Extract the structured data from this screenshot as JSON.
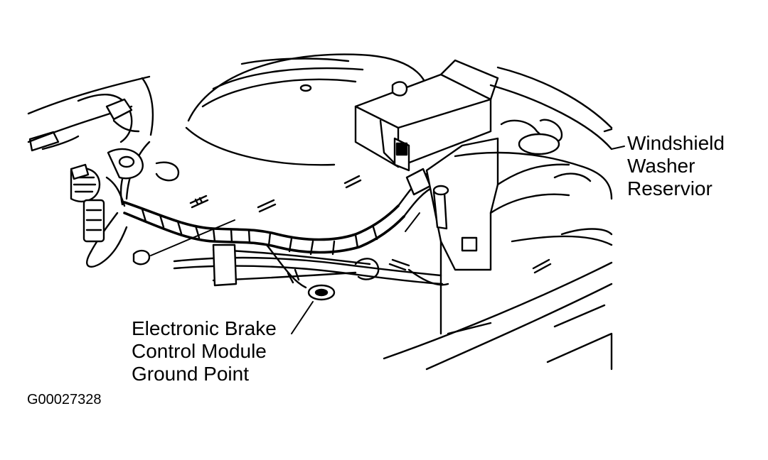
{
  "callouts": {
    "washer_reservoir": [
      "Windshield",
      "Washer",
      "Reservior"
    ],
    "ebcm_ground": [
      "Electronic Brake",
      "Control Module",
      "Ground Point"
    ]
  },
  "figure_id": "G00027328"
}
